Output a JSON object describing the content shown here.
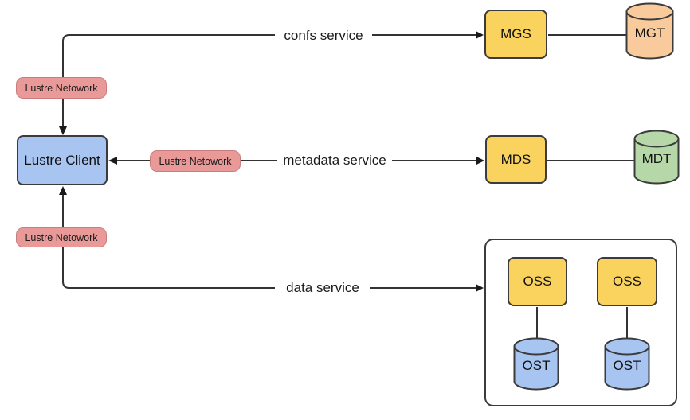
{
  "nodes": {
    "client": "Lustre Client",
    "mgs": "MGS",
    "mgt": "MGT",
    "mds": "MDS",
    "mdt": "MDT",
    "oss_left": "OSS",
    "oss_right": "OSS",
    "ost_left": "OST",
    "ost_right": "OST"
  },
  "edges": {
    "confs_service": "confs service",
    "metadata_service": "metadata service",
    "data_service": "data service"
  },
  "network_labels": {
    "top": "Lustre Netowork",
    "middle": "Lustre Netowork",
    "bottom": "Lustre Netowork"
  },
  "colors": {
    "node_yellow": "#FAD35F",
    "node_blue": "#A8C5F1",
    "pill_pink": "#EA9999",
    "pill_border": "#C97E7E",
    "cylinder_orange": "#F9CB9C",
    "cylinder_green": "#B6D7A8",
    "line": "#333333",
    "background": "#FFFFFF"
  }
}
